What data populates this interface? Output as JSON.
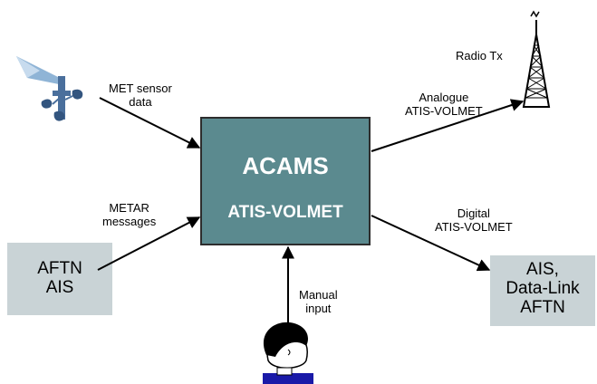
{
  "diagram": {
    "core": {
      "title": "ACAMS",
      "subtitle": "ATIS-VOLMET"
    },
    "inputs": {
      "met_sensor": "MET sensor\ndata",
      "metar": "METAR\nmessages",
      "manual": "Manual\ninput"
    },
    "outputs": {
      "radio_tx": "Radio Tx",
      "analogue": "Analogue\nATIS-VOLMET",
      "digital": "Digital\nATIS-VOLMET"
    },
    "sources": {
      "aftn_ais": "AFTN\nAIS"
    },
    "destinations": {
      "ais_datalink": "AIS,\nData-Link\nAFTN"
    },
    "colors": {
      "core_fill": "#5b8a8f",
      "side_box_fill": "#c9d3d6",
      "arrow": "#000000"
    },
    "icons": [
      "wind-sensor-icon",
      "radio-tower-icon",
      "person-icon"
    ]
  }
}
